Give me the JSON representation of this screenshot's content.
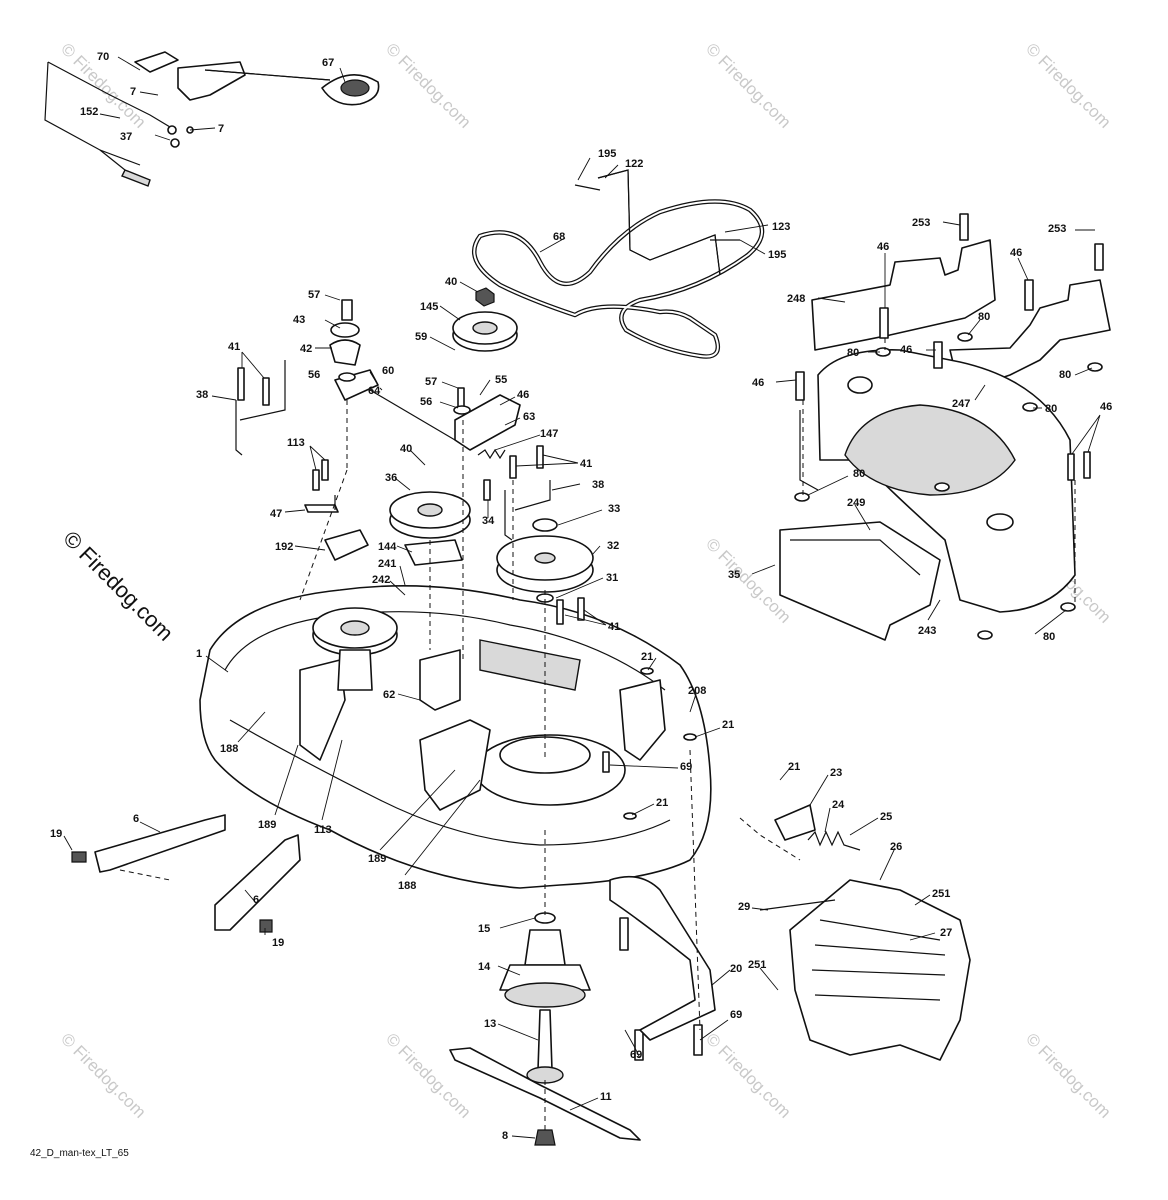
{
  "watermark": {
    "text": "© Firedog.com",
    "side_text": "© Firedog.com"
  },
  "drawing_ref": "42_D_man-tex_LT_65",
  "callouts": {
    "c70": "70",
    "c67": "67",
    "c7a": "7",
    "c7b": "7",
    "c152": "152",
    "c37": "37",
    "c195a": "195",
    "c122": "122",
    "c123": "123",
    "c195b": "195",
    "c68": "68",
    "c40a": "40",
    "c145": "145",
    "c59": "59",
    "c57a": "57",
    "c43": "43",
    "c42": "42",
    "c56a": "56",
    "c60": "60",
    "c41a": "41",
    "c38a": "38",
    "c64": "64",
    "c57b": "57",
    "c55": "55",
    "c56b": "56",
    "c46a": "46",
    "c63": "63",
    "c147": "147",
    "c41b": "41",
    "c38b": "38",
    "c113a": "113",
    "c40b": "40",
    "c36": "36",
    "c34": "34",
    "c33": "33",
    "c47": "47",
    "c192": "192",
    "c144": "144",
    "c32": "32",
    "c241": "241",
    "c242": "242",
    "c31": "31",
    "c41c": "41",
    "c1": "1",
    "c62": "62",
    "c21a": "21",
    "c208": "208",
    "c21b": "21",
    "c69a": "69",
    "c21c": "21",
    "c188a": "188",
    "c189a": "189",
    "c113b": "113",
    "c189b": "189",
    "c188b": "188",
    "c19a": "19",
    "c6a": "6",
    "c6b": "6",
    "c19b": "19",
    "c15": "15",
    "c14": "14",
    "c13": "13",
    "c11": "11",
    "c8": "8",
    "c20": "20",
    "c69b": "69",
    "c69c": "69",
    "c21d": "21",
    "c23": "23",
    "c24": "24",
    "c25": "25",
    "c26": "26",
    "c251a": "251",
    "c29": "29",
    "c27": "27",
    "c251b": "251",
    "c253a": "253",
    "c46b": "46",
    "c46c": "46",
    "c253b": "253",
    "c248": "248",
    "c80a": "80",
    "c80b": "80",
    "c46d": "46",
    "c46e": "46",
    "c247": "247",
    "c80c": "80",
    "c80d": "80",
    "c46f": "46",
    "c80e": "80",
    "c249": "249",
    "c35": "35",
    "c243": "243",
    "c80f": "80"
  }
}
